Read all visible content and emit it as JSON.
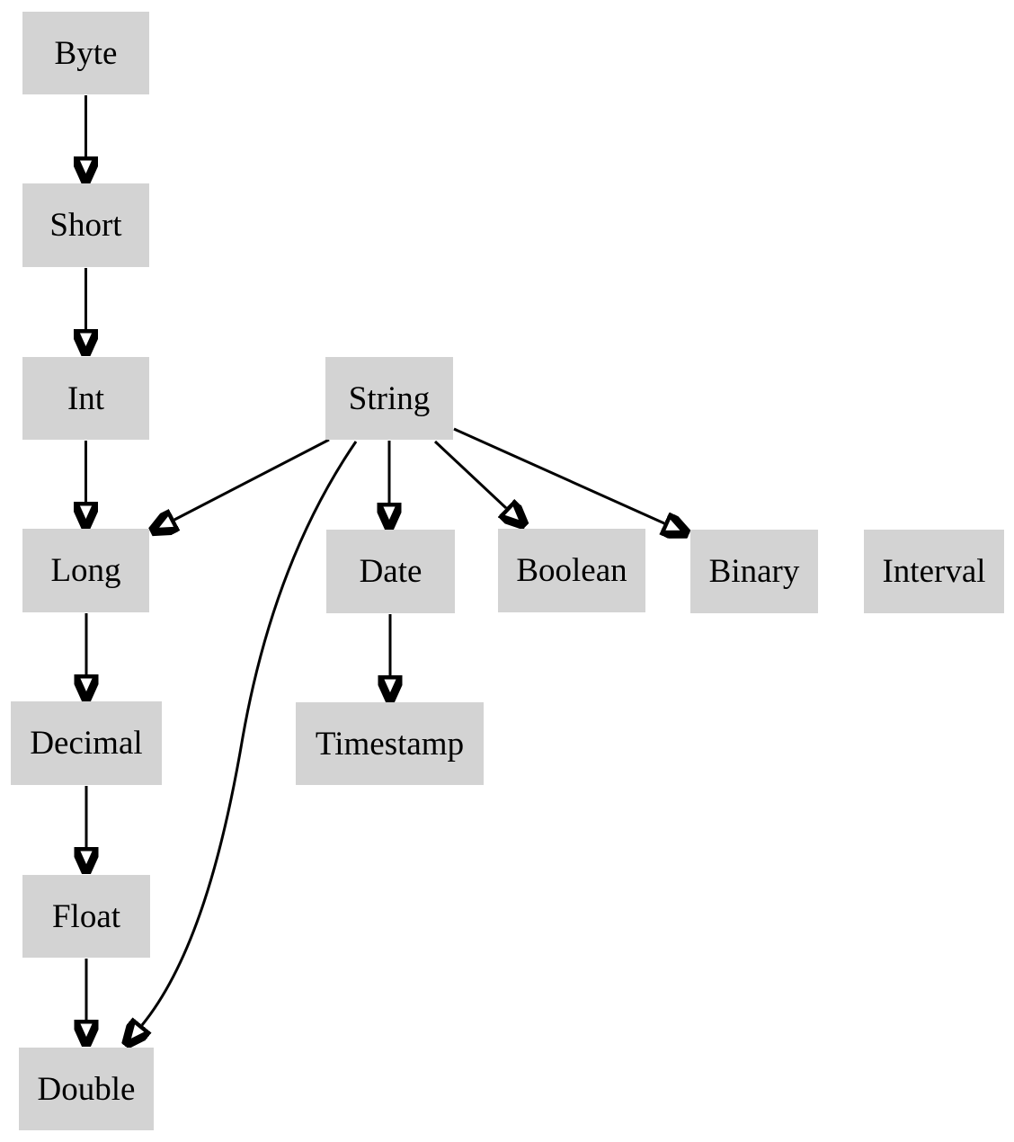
{
  "diagram": {
    "type": "directed-graph",
    "background_color": "#ffffff",
    "node_fill_color": "#d3d3d3",
    "node_text_color": "#000000",
    "edge_color": "#000000",
    "nodes": [
      {
        "id": "byte",
        "label": "Byte"
      },
      {
        "id": "short",
        "label": "Short"
      },
      {
        "id": "int",
        "label": "Int"
      },
      {
        "id": "string",
        "label": "String"
      },
      {
        "id": "long",
        "label": "Long"
      },
      {
        "id": "date",
        "label": "Date"
      },
      {
        "id": "boolean",
        "label": "Boolean"
      },
      {
        "id": "binary",
        "label": "Binary"
      },
      {
        "id": "interval",
        "label": "Interval"
      },
      {
        "id": "decimal",
        "label": "Decimal"
      },
      {
        "id": "timestamp",
        "label": "Timestamp"
      },
      {
        "id": "float",
        "label": "Float"
      },
      {
        "id": "double",
        "label": "Double"
      }
    ],
    "edges": [
      {
        "from": "Byte",
        "to": "Short"
      },
      {
        "from": "Short",
        "to": "Int"
      },
      {
        "from": "Int",
        "to": "Long"
      },
      {
        "from": "Long",
        "to": "Decimal"
      },
      {
        "from": "Decimal",
        "to": "Float"
      },
      {
        "from": "Float",
        "to": "Double"
      },
      {
        "from": "String",
        "to": "Long"
      },
      {
        "from": "String",
        "to": "Date"
      },
      {
        "from": "String",
        "to": "Boolean"
      },
      {
        "from": "String",
        "to": "Binary"
      },
      {
        "from": "String",
        "to": "Double"
      },
      {
        "from": "Date",
        "to": "Timestamp"
      }
    ]
  }
}
